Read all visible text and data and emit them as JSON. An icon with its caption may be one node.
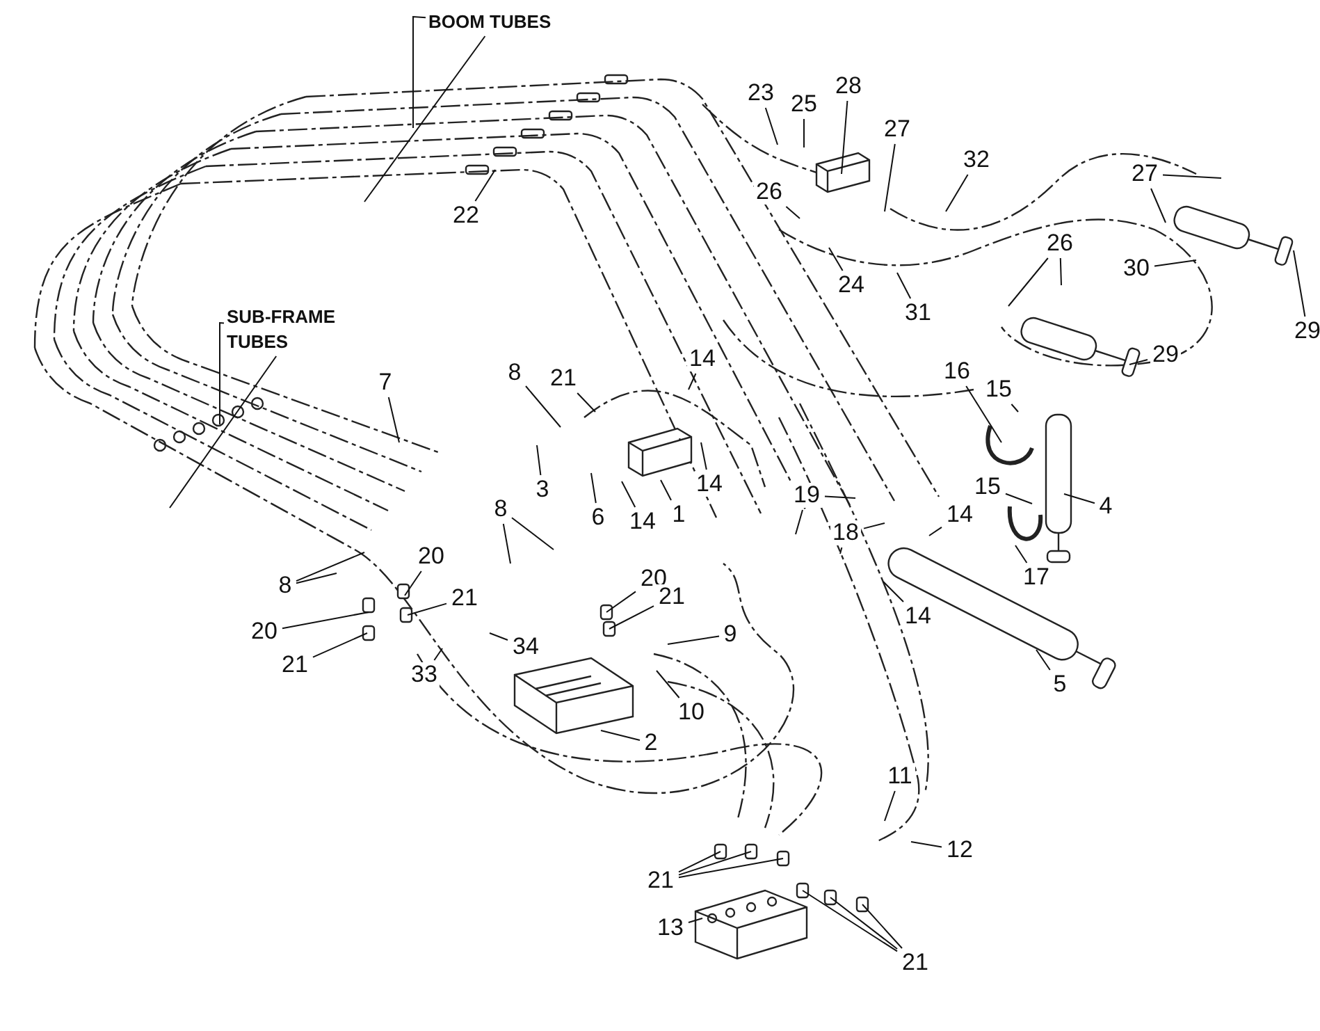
{
  "diagram": {
    "nodes": [
      {
        "text": [
          "BOOM TUBES"
        ]
      },
      {
        "text": [
          "28"
        ]
      },
      {
        "text": [
          "23"
        ]
      },
      {
        "text": [
          "25"
        ]
      },
      {
        "text": [
          "27"
        ]
      },
      {
        "text": [
          "32"
        ]
      },
      {
        "text": [
          "27"
        ]
      },
      {
        "text": [
          "26"
        ]
      },
      {
        "text": [
          "22"
        ]
      },
      {
        "text": [
          "26"
        ]
      },
      {
        "text": [
          "30"
        ]
      },
      {
        "text": [
          "24"
        ]
      },
      {
        "text": [
          "31"
        ]
      },
      {
        "text": [
          "SUB-FRAME TUBES"
        ]
      },
      {
        "text": [
          "29"
        ]
      },
      {
        "text": [
          "14"
        ]
      },
      {
        "text": [
          "21"
        ]
      },
      {
        "text": [
          "29"
        ]
      },
      {
        "text": [
          "16"
        ]
      },
      {
        "text": [
          "8"
        ]
      },
      {
        "text": [
          "7"
        ]
      },
      {
        "text": [
          "15"
        ]
      },
      {
        "text": [
          "14"
        ]
      },
      {
        "text": [
          "3"
        ]
      },
      {
        "text": [
          "15"
        ]
      },
      {
        "text": [
          "19"
        ]
      },
      {
        "text": [
          "4"
        ]
      },
      {
        "text": [
          "8"
        ]
      },
      {
        "text": [
          "6"
        ]
      },
      {
        "text": [
          "14"
        ]
      },
      {
        "text": [
          "1"
        ]
      },
      {
        "text": [
          "14"
        ]
      },
      {
        "text": [
          "18"
        ]
      },
      {
        "text": [
          "17"
        ]
      },
      {
        "text": [
          "20"
        ]
      },
      {
        "text": [
          "8"
        ]
      },
      {
        "text": [
          "20"
        ]
      },
      {
        "text": [
          "21"
        ]
      },
      {
        "text": [
          "21"
        ]
      },
      {
        "text": [
          "14"
        ]
      },
      {
        "text": [
          "20"
        ]
      },
      {
        "text": [
          "9"
        ]
      },
      {
        "text": [
          "34"
        ]
      },
      {
        "text": [
          "21"
        ]
      },
      {
        "text": [
          "33"
        ]
      },
      {
        "text": [
          "5"
        ]
      },
      {
        "text": [
          "10"
        ]
      },
      {
        "text": [
          "2"
        ]
      },
      {
        "text": [
          "11"
        ]
      },
      {
        "text": [
          "12"
        ]
      },
      {
        "text": [
          "21"
        ]
      },
      {
        "text": [
          "13"
        ]
      },
      {
        "text": [
          "21"
        ]
      }
    ],
    "edges": [
      {
        "from": 0,
        "to": null,
        "arrow": "none"
      },
      {
        "from": 0,
        "to": null,
        "arrow": "none"
      },
      {
        "from": 1,
        "to": null,
        "arrow": "none"
      },
      {
        "from": 2,
        "to": null,
        "arrow": "none"
      },
      {
        "from": 3,
        "to": null,
        "arrow": "none"
      },
      {
        "from": 4,
        "to": null,
        "arrow": "none"
      },
      {
        "from": 5,
        "to": null,
        "arrow": "none"
      },
      {
        "from": 6,
        "to": null,
        "arrow": "none"
      },
      {
        "from": 6,
        "to": null,
        "arrow": "none"
      },
      {
        "from": 7,
        "to": null,
        "arrow": "none"
      },
      {
        "from": 8,
        "to": null,
        "arrow": "none"
      },
      {
        "from": 9,
        "to": null,
        "arrow": "none"
      },
      {
        "from": 9,
        "to": null,
        "arrow": "none"
      },
      {
        "from": 10,
        "to": null,
        "arrow": "none"
      },
      {
        "from": 11,
        "to": null,
        "arrow": "none"
      },
      {
        "from": 12,
        "to": null,
        "arrow": "none"
      },
      {
        "from": 13,
        "to": null,
        "arrow": "none"
      },
      {
        "from": 13,
        "to": null,
        "arrow": "none"
      },
      {
        "from": 14,
        "to": null,
        "arrow": "none"
      },
      {
        "from": 15,
        "to": null,
        "arrow": "none"
      },
      {
        "from": 16,
        "to": null,
        "arrow": "none"
      },
      {
        "from": 17,
        "to": null,
        "arrow": "none"
      },
      {
        "from": 18,
        "to": null,
        "arrow": "none"
      },
      {
        "from": 19,
        "to": null,
        "arrow": "none"
      },
      {
        "from": 20,
        "to": null,
        "arrow": "none"
      },
      {
        "from": 21,
        "to": null,
        "arrow": "none"
      },
      {
        "from": 22,
        "to": null,
        "arrow": "none"
      },
      {
        "from": 23,
        "to": null,
        "arrow": "none"
      },
      {
        "from": 24,
        "to": null,
        "arrow": "none"
      },
      {
        "from": 25,
        "to": null,
        "arrow": "none"
      },
      {
        "from": 25,
        "to": null,
        "arrow": "none"
      },
      {
        "from": 26,
        "to": null,
        "arrow": "none"
      },
      {
        "from": 27,
        "to": null,
        "arrow": "none"
      },
      {
        "from": 27,
        "to": null,
        "arrow": "none"
      },
      {
        "from": 28,
        "to": null,
        "arrow": "none"
      },
      {
        "from": 29,
        "to": null,
        "arrow": "none"
      },
      {
        "from": 30,
        "to": null,
        "arrow": "none"
      },
      {
        "from": 31,
        "to": null,
        "arrow": "none"
      },
      {
        "from": 32,
        "to": null,
        "arrow": "none"
      },
      {
        "from": 32,
        "to": null,
        "arrow": "none"
      },
      {
        "from": 33,
        "to": null,
        "arrow": "none"
      },
      {
        "from": 34,
        "to": null,
        "arrow": "none"
      },
      {
        "from": 35,
        "to": null,
        "arrow": "none"
      },
      {
        "from": 35,
        "to": null,
        "arrow": "none"
      },
      {
        "from": 36,
        "to": null,
        "arrow": "none"
      },
      {
        "from": 37,
        "to": null,
        "arrow": "none"
      },
      {
        "from": 38,
        "to": null,
        "arrow": "none"
      },
      {
        "from": 39,
        "to": null,
        "arrow": "none"
      },
      {
        "from": 40,
        "to": null,
        "arrow": "none"
      },
      {
        "from": 41,
        "to": null,
        "arrow": "none"
      },
      {
        "from": 42,
        "to": null,
        "arrow": "none"
      },
      {
        "from": 43,
        "to": null,
        "arrow": "none"
      },
      {
        "from": 44,
        "to": null,
        "arrow": "none"
      },
      {
        "from": 45,
        "to": null,
        "arrow": "none"
      },
      {
        "from": 46,
        "to": null,
        "arrow": "none"
      },
      {
        "from": 47,
        "to": null,
        "arrow": "none"
      },
      {
        "from": 48,
        "to": null,
        "arrow": "none"
      },
      {
        "from": 49,
        "to": null,
        "arrow": "none"
      },
      {
        "from": 50,
        "to": null,
        "arrow": "none"
      },
      {
        "from": 50,
        "to": null,
        "arrow": "none"
      },
      {
        "from": 50,
        "to": null,
        "arrow": "none"
      },
      {
        "from": 51,
        "to": null,
        "arrow": "none"
      },
      {
        "from": 52,
        "to": null,
        "arrow": "none"
      },
      {
        "from": 52,
        "to": null,
        "arrow": "none"
      },
      {
        "from": 52,
        "to": null,
        "arrow": "none"
      }
    ]
  }
}
